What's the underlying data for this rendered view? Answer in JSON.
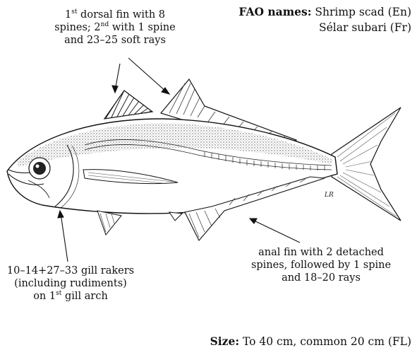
{
  "fao": {
    "label": "FAO names:",
    "name_en": "Shrimp scad (En)",
    "name_fr": "Sélar subari (Fr)"
  },
  "annotations": {
    "dorsal": {
      "l1_pre": "1",
      "l1_sup": "st",
      "l1_post": " dorsal fin with 8",
      "l2_pre": "spines; 2",
      "l2_sup": "nd",
      "l2_post": " with 1 spine",
      "l3": "and 23–25 soft rays"
    },
    "gill": {
      "l1": "10–14+27–33 gill rakers",
      "l2": "(including rudiments)",
      "l3_pre": "on 1",
      "l3_sup": "st",
      "l3_post": " gill arch"
    },
    "anal": {
      "l1": "anal fin with 2 detached",
      "l2": "spines, followed by 1 spine",
      "l3": "and 18–20 rays"
    }
  },
  "size": {
    "label": "Size:",
    "text": " To 40 cm, common 20 cm (FL)"
  },
  "artist_initials": "LR"
}
